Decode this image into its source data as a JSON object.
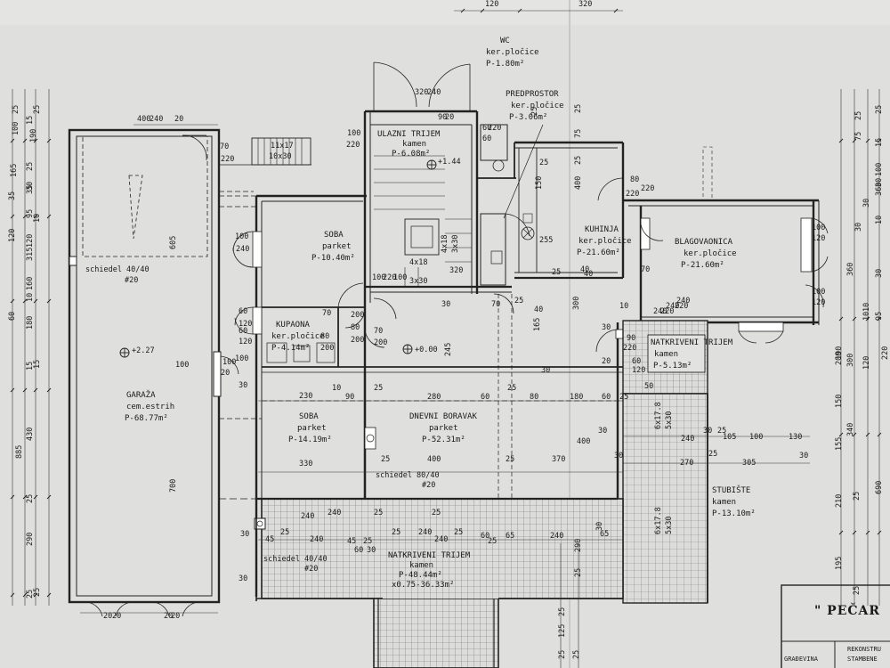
{
  "rooms": {
    "wc": {
      "name": "WC",
      "floor": "ker.pločice",
      "area": "P-1.80m²"
    },
    "predprostor": {
      "name": "PREDPROSTOR",
      "floor": "ker.pločice",
      "area": "P-3.06m²"
    },
    "ulazni_trijem": {
      "name": "ULAZNI TRIJEM",
      "floor": "kamen",
      "area": "P-6.08m²"
    },
    "soba1": {
      "name": "SOBA",
      "floor": "parket",
      "area": "P-10.40m²"
    },
    "kuhinja": {
      "name": "KUHINJA",
      "floor": "ker.pločice",
      "area": "P-21.60m²"
    },
    "blagovaonica": {
      "name": "BLAGOVAONICA",
      "floor": "ker.pločice",
      "area": "P-21.60m²"
    },
    "kupaona": {
      "name": "KUPAONA",
      "floor": "ker.pločice",
      "area": "P-4.14m²"
    },
    "natkriveni_trijem1": {
      "name": "NATKRIVENI TRIJEM",
      "floor": "kamen",
      "area": "P-5.13m²"
    },
    "garaza": {
      "name": "GARAŽA",
      "floor": "cem.estrih",
      "area": "P-68.77m²"
    },
    "soba2": {
      "name": "SOBA",
      "floor": "parket",
      "area": "P-14.19m²"
    },
    "dnevni_boravak": {
      "name": "DNEVNI BORAVAK",
      "floor": "parket",
      "area": "P-52.31m²"
    },
    "stubiste": {
      "name": "STUBIŠTE",
      "floor": "kamen",
      "area": "P-13.10m²"
    },
    "natkriveni_trijem2": {
      "name": "NATKRIVENI TRIJEM",
      "floor": "kamen",
      "area1": "P-48.44m²",
      "area2": "x0.75-36.33m²"
    }
  },
  "annotations": {
    "schiedel_garage": "schiedel 40/40",
    "schiedel_garage_n": "#20",
    "schiedel_living": "schiedel 80/40",
    "schiedel_living_n": "#20",
    "schiedel_terrace": "schiedel 40/40",
    "schiedel_terrace_n": "#20",
    "level_garage": "+2.27",
    "level_main": "+0.00",
    "level_entry": "+1.44",
    "stair_top_1": "11x17",
    "stair_top_2": "10x30",
    "stair_mid_1": "4x18",
    "stair_mid_2": "3x30",
    "stair_v1": "4x18",
    "stair_v2": "3x30",
    "stair_side_1": "6x17.8",
    "stair_side_2": "5x30",
    "stair_side_3": "6x17.8",
    "stair_side_4": "5x30"
  },
  "dims": {
    "top": [
      "120",
      "320"
    ],
    "garage_top": [
      "400",
      "240",
      "20"
    ],
    "small_a": [
      "70",
      "220"
    ],
    "small_b": [
      "320",
      "240",
      "20",
      "90"
    ],
    "entry": [
      "100",
      "220"
    ],
    "wc_a": [
      "60",
      "60",
      "220"
    ],
    "pred": [
      "25",
      "75",
      "25"
    ],
    "kit": [
      "25",
      "150",
      "400",
      "25"
    ],
    "kit_b": [
      "255",
      "40",
      "70",
      "220"
    ],
    "kit_c": [
      "80",
      "220"
    ],
    "blag": [
      "100",
      "120",
      "100",
      "120"
    ],
    "soba1_a": [
      "100",
      "240",
      "60",
      "120"
    ],
    "soba1_b": [
      "60",
      "120"
    ],
    "mid": [
      "100",
      "220",
      "100",
      "320",
      "70",
      "200",
      "70",
      "200",
      "80",
      "200",
      "80",
      "200"
    ],
    "hall": [
      "30",
      "245",
      "70",
      "25",
      "165",
      "40",
      "30",
      "20",
      "300",
      "40",
      "25"
    ],
    "porch": [
      "90",
      "220",
      "60",
      "120",
      "30",
      "240",
      "220",
      "50",
      "10",
      "240",
      "220",
      "240"
    ],
    "row_230": [
      "230",
      "10",
      "90",
      "25",
      "280",
      "60",
      "25",
      "80",
      "180",
      "60",
      "25"
    ],
    "row_330": [
      "330",
      "25",
      "400",
      "25",
      "370"
    ],
    "row_dnevni": [
      "400",
      "30",
      "30",
      "30"
    ],
    "right_a": [
      "240",
      "30",
      "25",
      "105",
      "100",
      "130"
    ],
    "right_b": [
      "270",
      "25",
      "305",
      "30"
    ],
    "garage_side": [
      "100",
      "20",
      "100",
      "30",
      "100",
      "700",
      "605"
    ],
    "terr_a": [
      "30",
      "240",
      "25",
      "240",
      "25",
      "25",
      "240",
      "25",
      "25"
    ],
    "terr_b": [
      "45",
      "240",
      "45",
      "25",
      "240",
      "60",
      "25",
      "65",
      "240",
      "65"
    ],
    "terr_c": [
      "30",
      "60",
      "30",
      "290",
      "25"
    ],
    "bottom": [
      "20",
      "20",
      "20",
      "20",
      "25",
      "125",
      "25",
      "25"
    ],
    "left_col": [
      "885",
      "25",
      "290",
      "25",
      "430",
      "15",
      "180",
      "10",
      "160",
      "120",
      "315",
      "165",
      "95",
      "30",
      "25",
      "35",
      "190",
      "15",
      "100",
      "25"
    ],
    "left_col2": [
      "60",
      "120",
      "35",
      "25",
      "10",
      "15",
      "25"
    ],
    "right_col": [
      "190",
      "200",
      "150",
      "155",
      "210",
      "195",
      "340",
      "360",
      "300",
      "120",
      "25",
      "75",
      "30",
      "10",
      "690",
      "220"
    ],
    "right_col2": [
      "25",
      "25",
      "10",
      "30",
      "360",
      "100",
      "10",
      "30",
      "95",
      "30",
      "15",
      "25"
    ]
  },
  "title_block": {
    "title": "\" PEČAR",
    "label_gradevina": "GRAĐEVINA",
    "label_rekonstr": "REKONSTRU",
    "label_stambene": "STAMBENE"
  }
}
